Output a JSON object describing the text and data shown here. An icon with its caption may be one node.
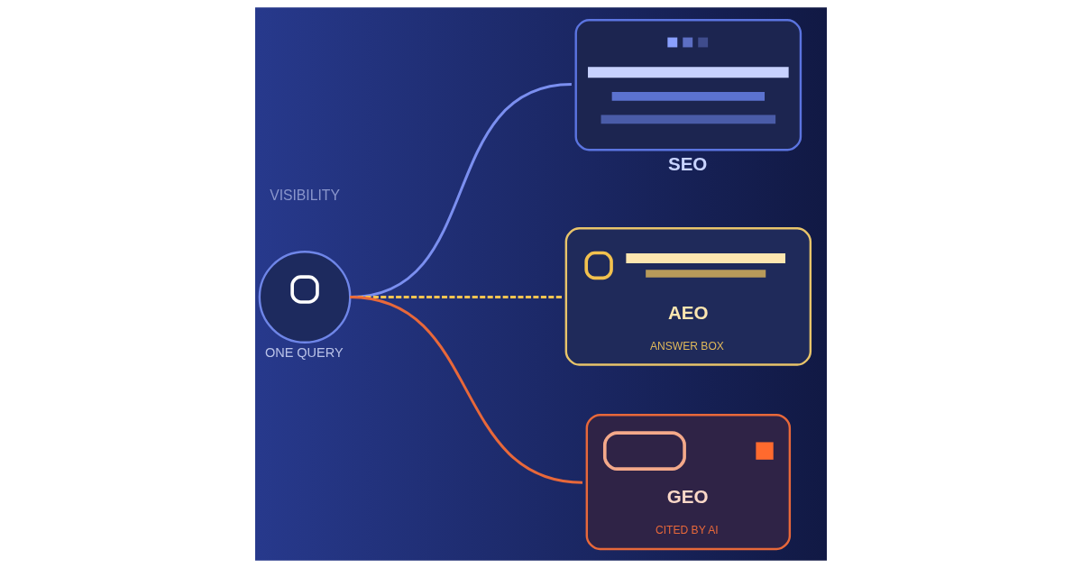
{
  "diagram": {
    "nodes": [
      {
        "text": [
          "ONE QUERY"
        ]
      },
      {
        "text": [
          "SEO"
        ]
      },
      {
        "text": [
          "AEO",
          "ANSWER BOX"
        ]
      },
      {
        "text": [
          "GEO",
          "CITED BY AI"
        ]
      }
    ],
    "edges": [
      {
        "from": 0,
        "to": 1,
        "arrow": "none"
      },
      {
        "from": 0,
        "to": 2,
        "arrow": "none",
        "style": "dashed",
        "color": "#f5c451"
      },
      {
        "from": 0,
        "to": 3,
        "arrow": "none",
        "color": "#e8683a"
      }
    ],
    "labels": [
      "VISIBILITY"
    ]
  }
}
